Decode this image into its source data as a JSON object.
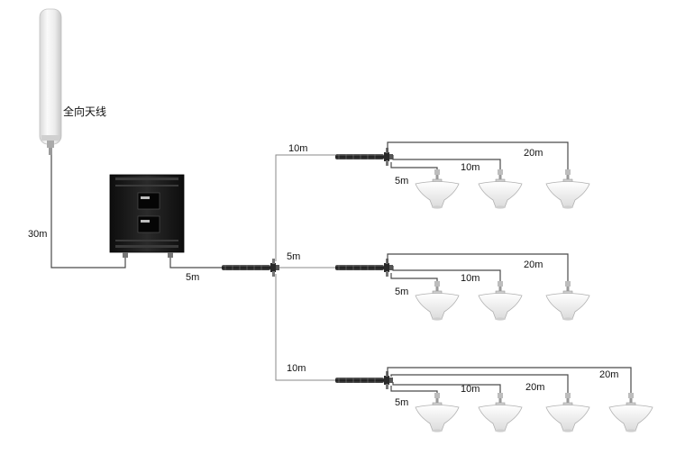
{
  "title_antenna": "全向天线",
  "cable_labels": {
    "antenna_to_repeater": "30m",
    "repeater_to_splitter": "5m",
    "branch_top": "10m",
    "branch_mid": "5m",
    "branch_bottom": "10m"
  },
  "rows": [
    {
      "labels": [
        "5m",
        "10m",
        "20m"
      ]
    },
    {
      "labels": [
        "5m",
        "10m",
        "20m"
      ]
    },
    {
      "labels": [
        "5m",
        "10m",
        "20m",
        "20m"
      ]
    }
  ],
  "icons": {
    "outdoor_antenna": "omni-antenna-icon",
    "repeater": "signal-repeater-icon",
    "splitter": "power-splitter-icon",
    "ceiling_antenna": "ceiling-antenna-icon"
  }
}
